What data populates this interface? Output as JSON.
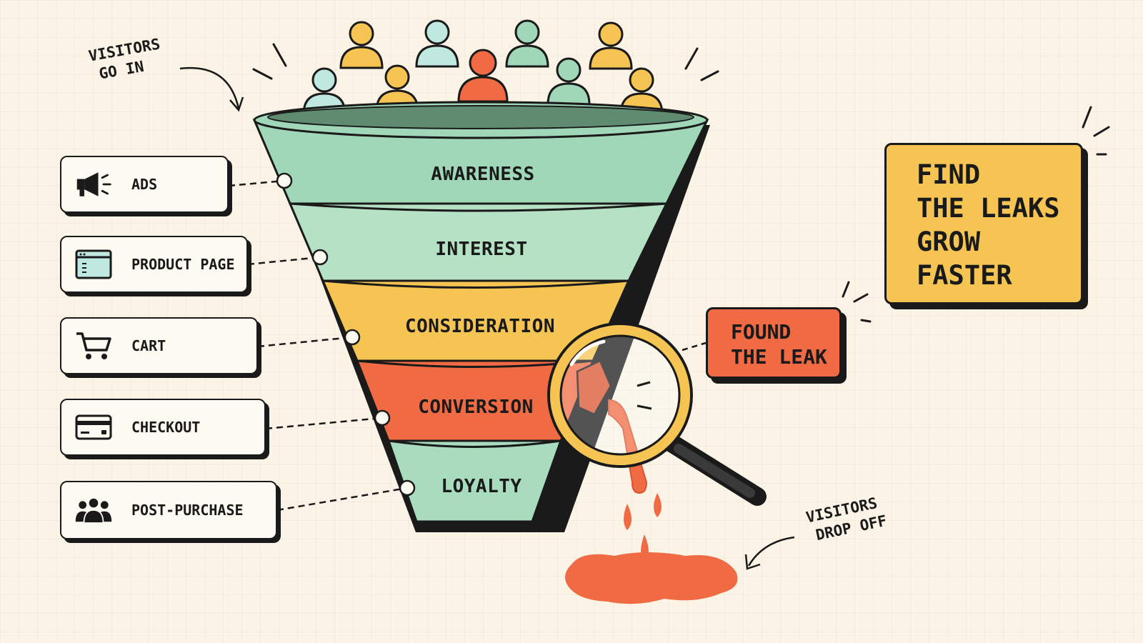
{
  "annotations": {
    "visitors_in": [
      "VISITORS",
      "GO IN"
    ],
    "visitors_out": [
      "VISITORS",
      "DROP OFF"
    ]
  },
  "funnel": {
    "stages": [
      {
        "label": "AWARENESS",
        "color": "#9fd7b8"
      },
      {
        "label": "INTEREST",
        "color": "#b5e1c4"
      },
      {
        "label": "CONSIDERATION",
        "color": "#f5c453"
      },
      {
        "label": "CONVERSION",
        "color": "#f06a43"
      },
      {
        "label": "LOYALTY",
        "color": "#a9dcbe"
      }
    ]
  },
  "touchpoints": [
    {
      "label": "ADS",
      "icon": "megaphone-icon"
    },
    {
      "label": "PRODUCT PAGE",
      "icon": "browser-window-icon"
    },
    {
      "label": "CART",
      "icon": "shopping-cart-icon"
    },
    {
      "label": "CHECKOUT",
      "icon": "credit-card-icon"
    },
    {
      "label": "POST-PURCHASE",
      "icon": "people-group-icon"
    }
  ],
  "leak_callout": [
    "FOUND",
    "THE LEAK"
  ],
  "headline": [
    "FIND",
    "THE LEAKS",
    "GROW",
    "FASTER"
  ],
  "colors": {
    "background": "#fbf4e6",
    "ink": "#1a1a1a",
    "mint": "#9fd7b8",
    "yellow": "#f5c453",
    "orange": "#f06a43",
    "teal": "#bfe8e0"
  }
}
